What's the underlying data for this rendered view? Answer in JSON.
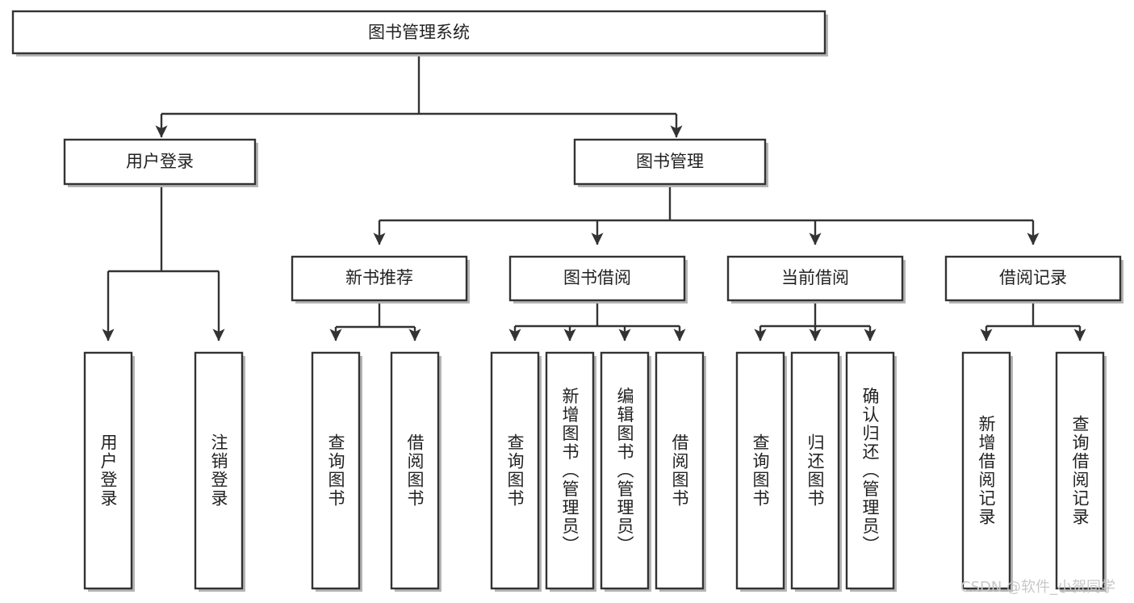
{
  "diagram": {
    "type": "tree-hierarchy",
    "title": "图书管理系统",
    "root": {
      "label": "图书管理系统"
    },
    "level1": [
      {
        "label": "用户登录"
      },
      {
        "label": "图书管理"
      }
    ],
    "level2": [
      {
        "label": "新书推荐"
      },
      {
        "label": "图书借阅"
      },
      {
        "label": "当前借阅"
      },
      {
        "label": "借阅记录"
      }
    ],
    "leaves": {
      "user_login": [
        {
          "label": "用户登录"
        },
        {
          "label": "注销登录"
        }
      ],
      "new_book_recommend": [
        {
          "label": "查询图书"
        },
        {
          "label": "借阅图书"
        }
      ],
      "book_borrow": [
        {
          "label": "查询图书"
        },
        {
          "label": "新增图书（管理员）"
        },
        {
          "label": "编辑图书（管理员）"
        },
        {
          "label": "借阅图书"
        }
      ],
      "current_borrow": [
        {
          "label": "查询图书"
        },
        {
          "label": "归还图书"
        },
        {
          "label": "确认归还（管理员）"
        }
      ],
      "borrow_record": [
        {
          "label": "新增借阅记录"
        },
        {
          "label": "查询借阅记录"
        }
      ]
    }
  },
  "watermark": {
    "text": "CSDN @软件_小贺同学"
  },
  "colors": {
    "box_stroke": "#333333",
    "box_fill": "#ffffff",
    "shadow": "#b5b5b5",
    "text": "#222222",
    "watermark": "#c8c8c8",
    "background": "#ffffff"
  }
}
